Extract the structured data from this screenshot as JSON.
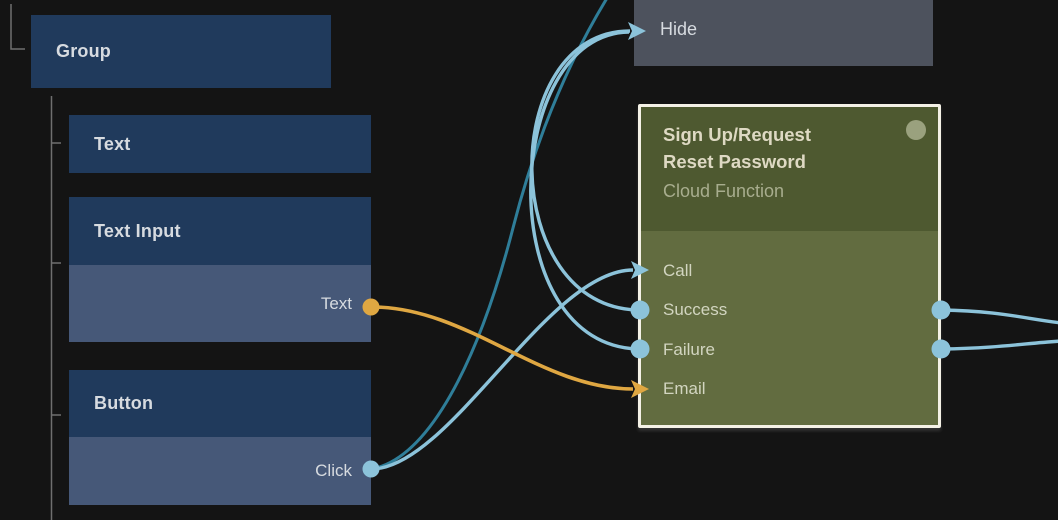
{
  "colors": {
    "background": "#141414",
    "node_blue_header": "#203a5c",
    "node_blue_body": "#465878",
    "node_gray": "#4d525d",
    "node_green_header": "#4e5930",
    "node_green_body": "#626c40",
    "node_green_border": "#f4f1e6",
    "status_dot": "#9aa17e",
    "green_title": "#ded9c3",
    "green_subtitle": "#a8ad8e",
    "green_port_label": "#d2d5c0",
    "label_text": "#d7dbe0",
    "tree_line": "#6f6f6f",
    "wire_signal": "#8cc3da",
    "wire_signal_dark": "#2f7e99",
    "wire_data": "#dfa742"
  },
  "nodes": {
    "group": {
      "label": "Group"
    },
    "text": {
      "label": "Text"
    },
    "text_input": {
      "label": "Text Input",
      "output_port": {
        "label": "Text",
        "type": "data"
      }
    },
    "button": {
      "label": "Button",
      "output_port": {
        "label": "Click",
        "type": "signal"
      }
    },
    "hide": {
      "label": "Hide"
    },
    "cloud_function": {
      "title_line1": "Sign Up/Request",
      "title_line2": "Reset Password",
      "subtitle": "Cloud Function",
      "input_ports": [
        {
          "label": "Call",
          "marker": "arrow",
          "type": "signal"
        },
        {
          "label": "Success",
          "marker": "dot",
          "type": "signal"
        },
        {
          "label": "Failure",
          "marker": "dot",
          "type": "signal"
        },
        {
          "label": "Email",
          "marker": "arrow",
          "type": "data"
        }
      ]
    }
  },
  "connections": [
    {
      "from": "Text Input.Text",
      "to": "Cloud Function.Email",
      "type": "data"
    },
    {
      "from": "Button.Click",
      "to": "Cloud Function.Call",
      "type": "signal"
    },
    {
      "from": "Button.Click",
      "to": "offscreen-top",
      "type": "signal"
    },
    {
      "from": "Cloud Function.Success",
      "to": "Hide",
      "type": "signal"
    },
    {
      "from": "Cloud Function.Failure",
      "to": "Hide",
      "type": "signal"
    },
    {
      "from": "Cloud Function.Success",
      "to": "offscreen-right",
      "type": "signal"
    },
    {
      "from": "Cloud Function.Failure",
      "to": "offscreen-right",
      "type": "signal"
    }
  ]
}
